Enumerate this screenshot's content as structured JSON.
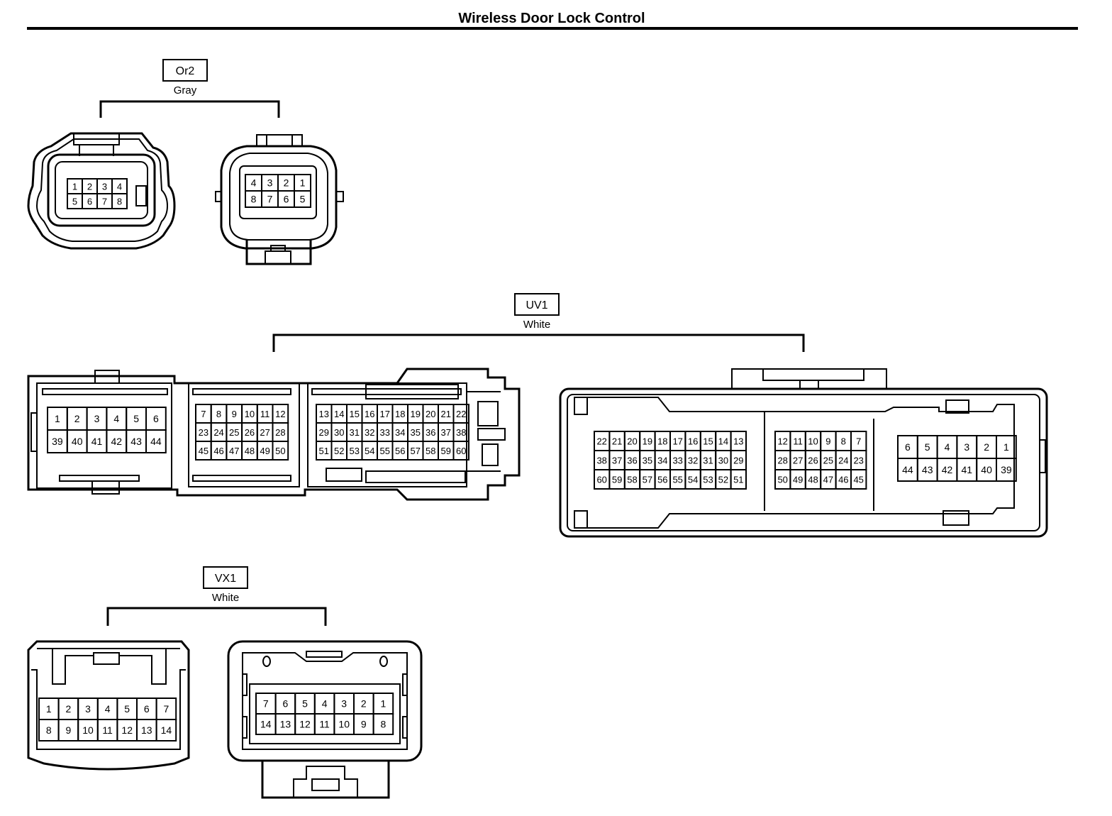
{
  "title": "Wireless Door Lock Control",
  "colors": {
    "line": "#000000",
    "background": "#ffffff"
  },
  "connectors": {
    "or2": {
      "code": "Or2",
      "color": "Gray",
      "female": {
        "rows": [
          [
            "1",
            "2",
            "3",
            "4"
          ],
          [
            "5",
            "6",
            "7",
            "8"
          ]
        ]
      },
      "male": {
        "rows": [
          [
            "4",
            "3",
            "2",
            "1"
          ],
          [
            "8",
            "7",
            "6",
            "5"
          ]
        ]
      }
    },
    "uv1": {
      "code": "UV1",
      "color": "White",
      "female": {
        "blocks": [
          {
            "rows": [
              [
                "1",
                "2",
                "3",
                "4",
                "5",
                "6"
              ],
              [
                "39",
                "40",
                "41",
                "42",
                "43",
                "44"
              ]
            ]
          },
          {
            "rows": [
              [
                "7",
                "8",
                "9",
                "10",
                "11",
                "12"
              ],
              [
                "23",
                "24",
                "25",
                "26",
                "27",
                "28"
              ],
              [
                "45",
                "46",
                "47",
                "48",
                "49",
                "50"
              ]
            ]
          },
          {
            "rows": [
              [
                "13",
                "14",
                "15",
                "16",
                "17",
                "18",
                "19",
                "20",
                "21",
                "22"
              ],
              [
                "29",
                "30",
                "31",
                "32",
                "33",
                "34",
                "35",
                "36",
                "37",
                "38"
              ],
              [
                "51",
                "52",
                "53",
                "54",
                "55",
                "56",
                "57",
                "58",
                "59",
                "60"
              ]
            ]
          }
        ]
      },
      "male": {
        "blocks": [
          {
            "rows": [
              [
                "22",
                "21",
                "20",
                "19",
                "18",
                "17",
                "16",
                "15",
                "14",
                "13"
              ],
              [
                "38",
                "37",
                "36",
                "35",
                "34",
                "33",
                "32",
                "31",
                "30",
                "29"
              ],
              [
                "60",
                "59",
                "58",
                "57",
                "56",
                "55",
                "54",
                "53",
                "52",
                "51"
              ]
            ]
          },
          {
            "rows": [
              [
                "12",
                "11",
                "10",
                "9",
                "8",
                "7"
              ],
              [
                "28",
                "27",
                "26",
                "25",
                "24",
                "23"
              ],
              [
                "50",
                "49",
                "48",
                "47",
                "46",
                "45"
              ]
            ]
          },
          {
            "rows": [
              [
                "6",
                "5",
                "4",
                "3",
                "2",
                "1"
              ],
              [
                "44",
                "43",
                "42",
                "41",
                "40",
                "39"
              ]
            ]
          }
        ]
      }
    },
    "vx1": {
      "code": "VX1",
      "color": "White",
      "female": {
        "rows": [
          [
            "1",
            "2",
            "3",
            "4",
            "5",
            "6",
            "7"
          ],
          [
            "8",
            "9",
            "10",
            "11",
            "12",
            "13",
            "14"
          ]
        ]
      },
      "male": {
        "rows": [
          [
            "7",
            "6",
            "5",
            "4",
            "3",
            "2",
            "1"
          ],
          [
            "14",
            "13",
            "12",
            "11",
            "10",
            "9",
            "8"
          ]
        ]
      }
    }
  }
}
